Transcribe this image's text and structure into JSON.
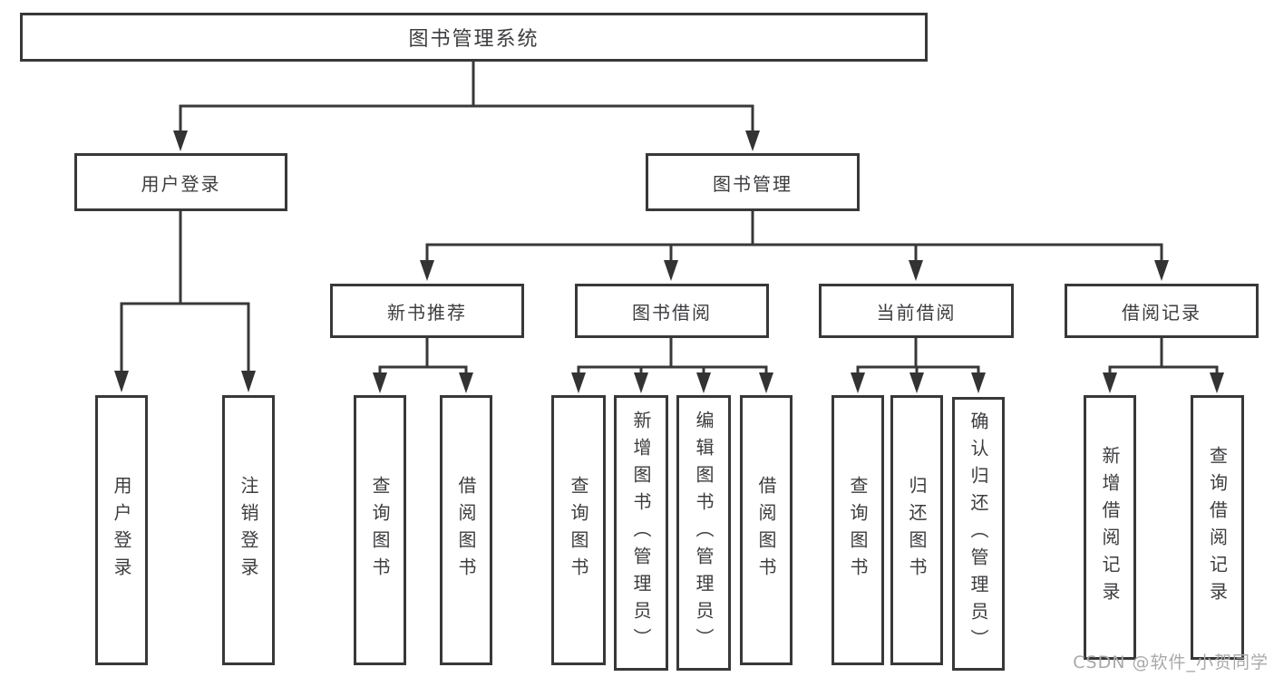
{
  "tree": {
    "label": "图书管理系统",
    "children": [
      {
        "label": "用户登录",
        "children": [
          {
            "label": "用户登录"
          },
          {
            "label": "注销登录"
          }
        ]
      },
      {
        "label": "图书管理",
        "children": [
          {
            "label": "新书推荐",
            "children": [
              {
                "label": "查询图书"
              },
              {
                "label": "借阅图书"
              }
            ]
          },
          {
            "label": "图书借阅",
            "children": [
              {
                "label": "查询图书"
              },
              {
                "label": "新增图书（管理员）"
              },
              {
                "label": "编辑图书（管理员）"
              },
              {
                "label": "借阅图书"
              }
            ]
          },
          {
            "label": "当前借阅",
            "children": [
              {
                "label": "查询图书"
              },
              {
                "label": "归还图书"
              },
              {
                "label": "确认归还（管理员）"
              }
            ]
          },
          {
            "label": "借阅记录",
            "children": [
              {
                "label": "新增借阅记录"
              },
              {
                "label": "查询借阅记录"
              }
            ]
          }
        ]
      }
    ]
  },
  "watermark": "CSDN @软件_小贺同学",
  "colors": {
    "line": "#383838",
    "text": "#3d3d40",
    "watermark": "#a9a9a9",
    "background": "#ffffff"
  }
}
